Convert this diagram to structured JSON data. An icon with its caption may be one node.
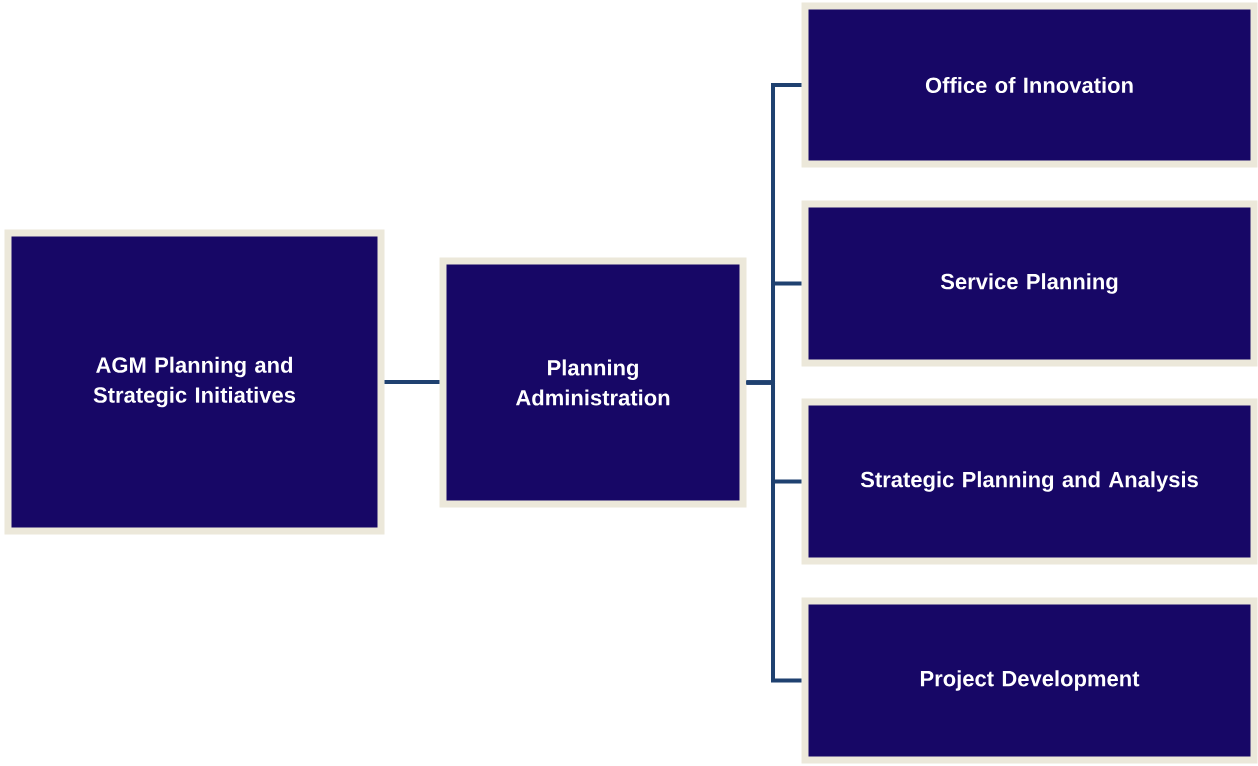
{
  "diagram": {
    "nodes": [
      {
        "text": [
          "AGM Planning and Strategic Initiatives"
        ]
      },
      {
        "text": [
          "Planning Administration"
        ]
      },
      {
        "text": [
          "Office of Innovation"
        ]
      },
      {
        "text": [
          "Service Planning"
        ]
      },
      {
        "text": [
          "Strategic Planning and Analysis"
        ]
      },
      {
        "text": [
          "Project Development"
        ]
      }
    ],
    "edges": [
      {
        "from": 0,
        "to": 1,
        "arrow": "none"
      },
      {
        "from": 1,
        "to": 2,
        "arrow": "none"
      },
      {
        "from": 1,
        "to": 3,
        "arrow": "none"
      },
      {
        "from": 1,
        "to": 4,
        "arrow": "none"
      },
      {
        "from": 1,
        "to": 5,
        "arrow": "none"
      }
    ]
  }
}
